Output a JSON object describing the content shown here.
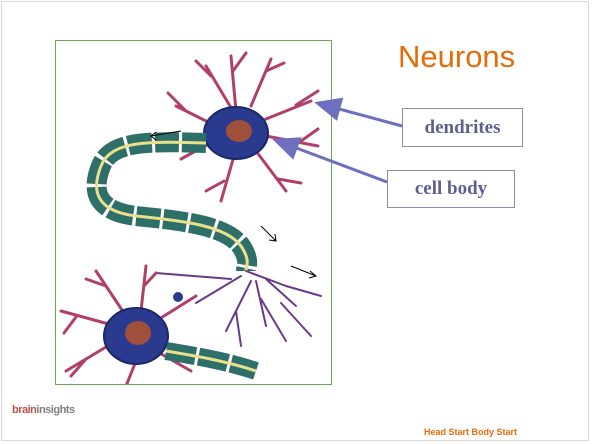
{
  "slide": {
    "title": "Neurons",
    "labels": {
      "dendrites": "dendrites",
      "cell_body": "cell body"
    },
    "logo": {
      "brain": "brain",
      "insights": "insights"
    },
    "footer": "Head Start Body Start"
  },
  "colors": {
    "title": "#e46c0a",
    "label_text": "#5f5f8f",
    "arrow": "#6f6fbf",
    "cell_body": "#2a3a8f",
    "nucleus": "#a0503a",
    "dendrite": "#b0406a",
    "myelin": "#2f6f6a",
    "axon": "#e8e08a",
    "footer": "#e46c0a"
  }
}
